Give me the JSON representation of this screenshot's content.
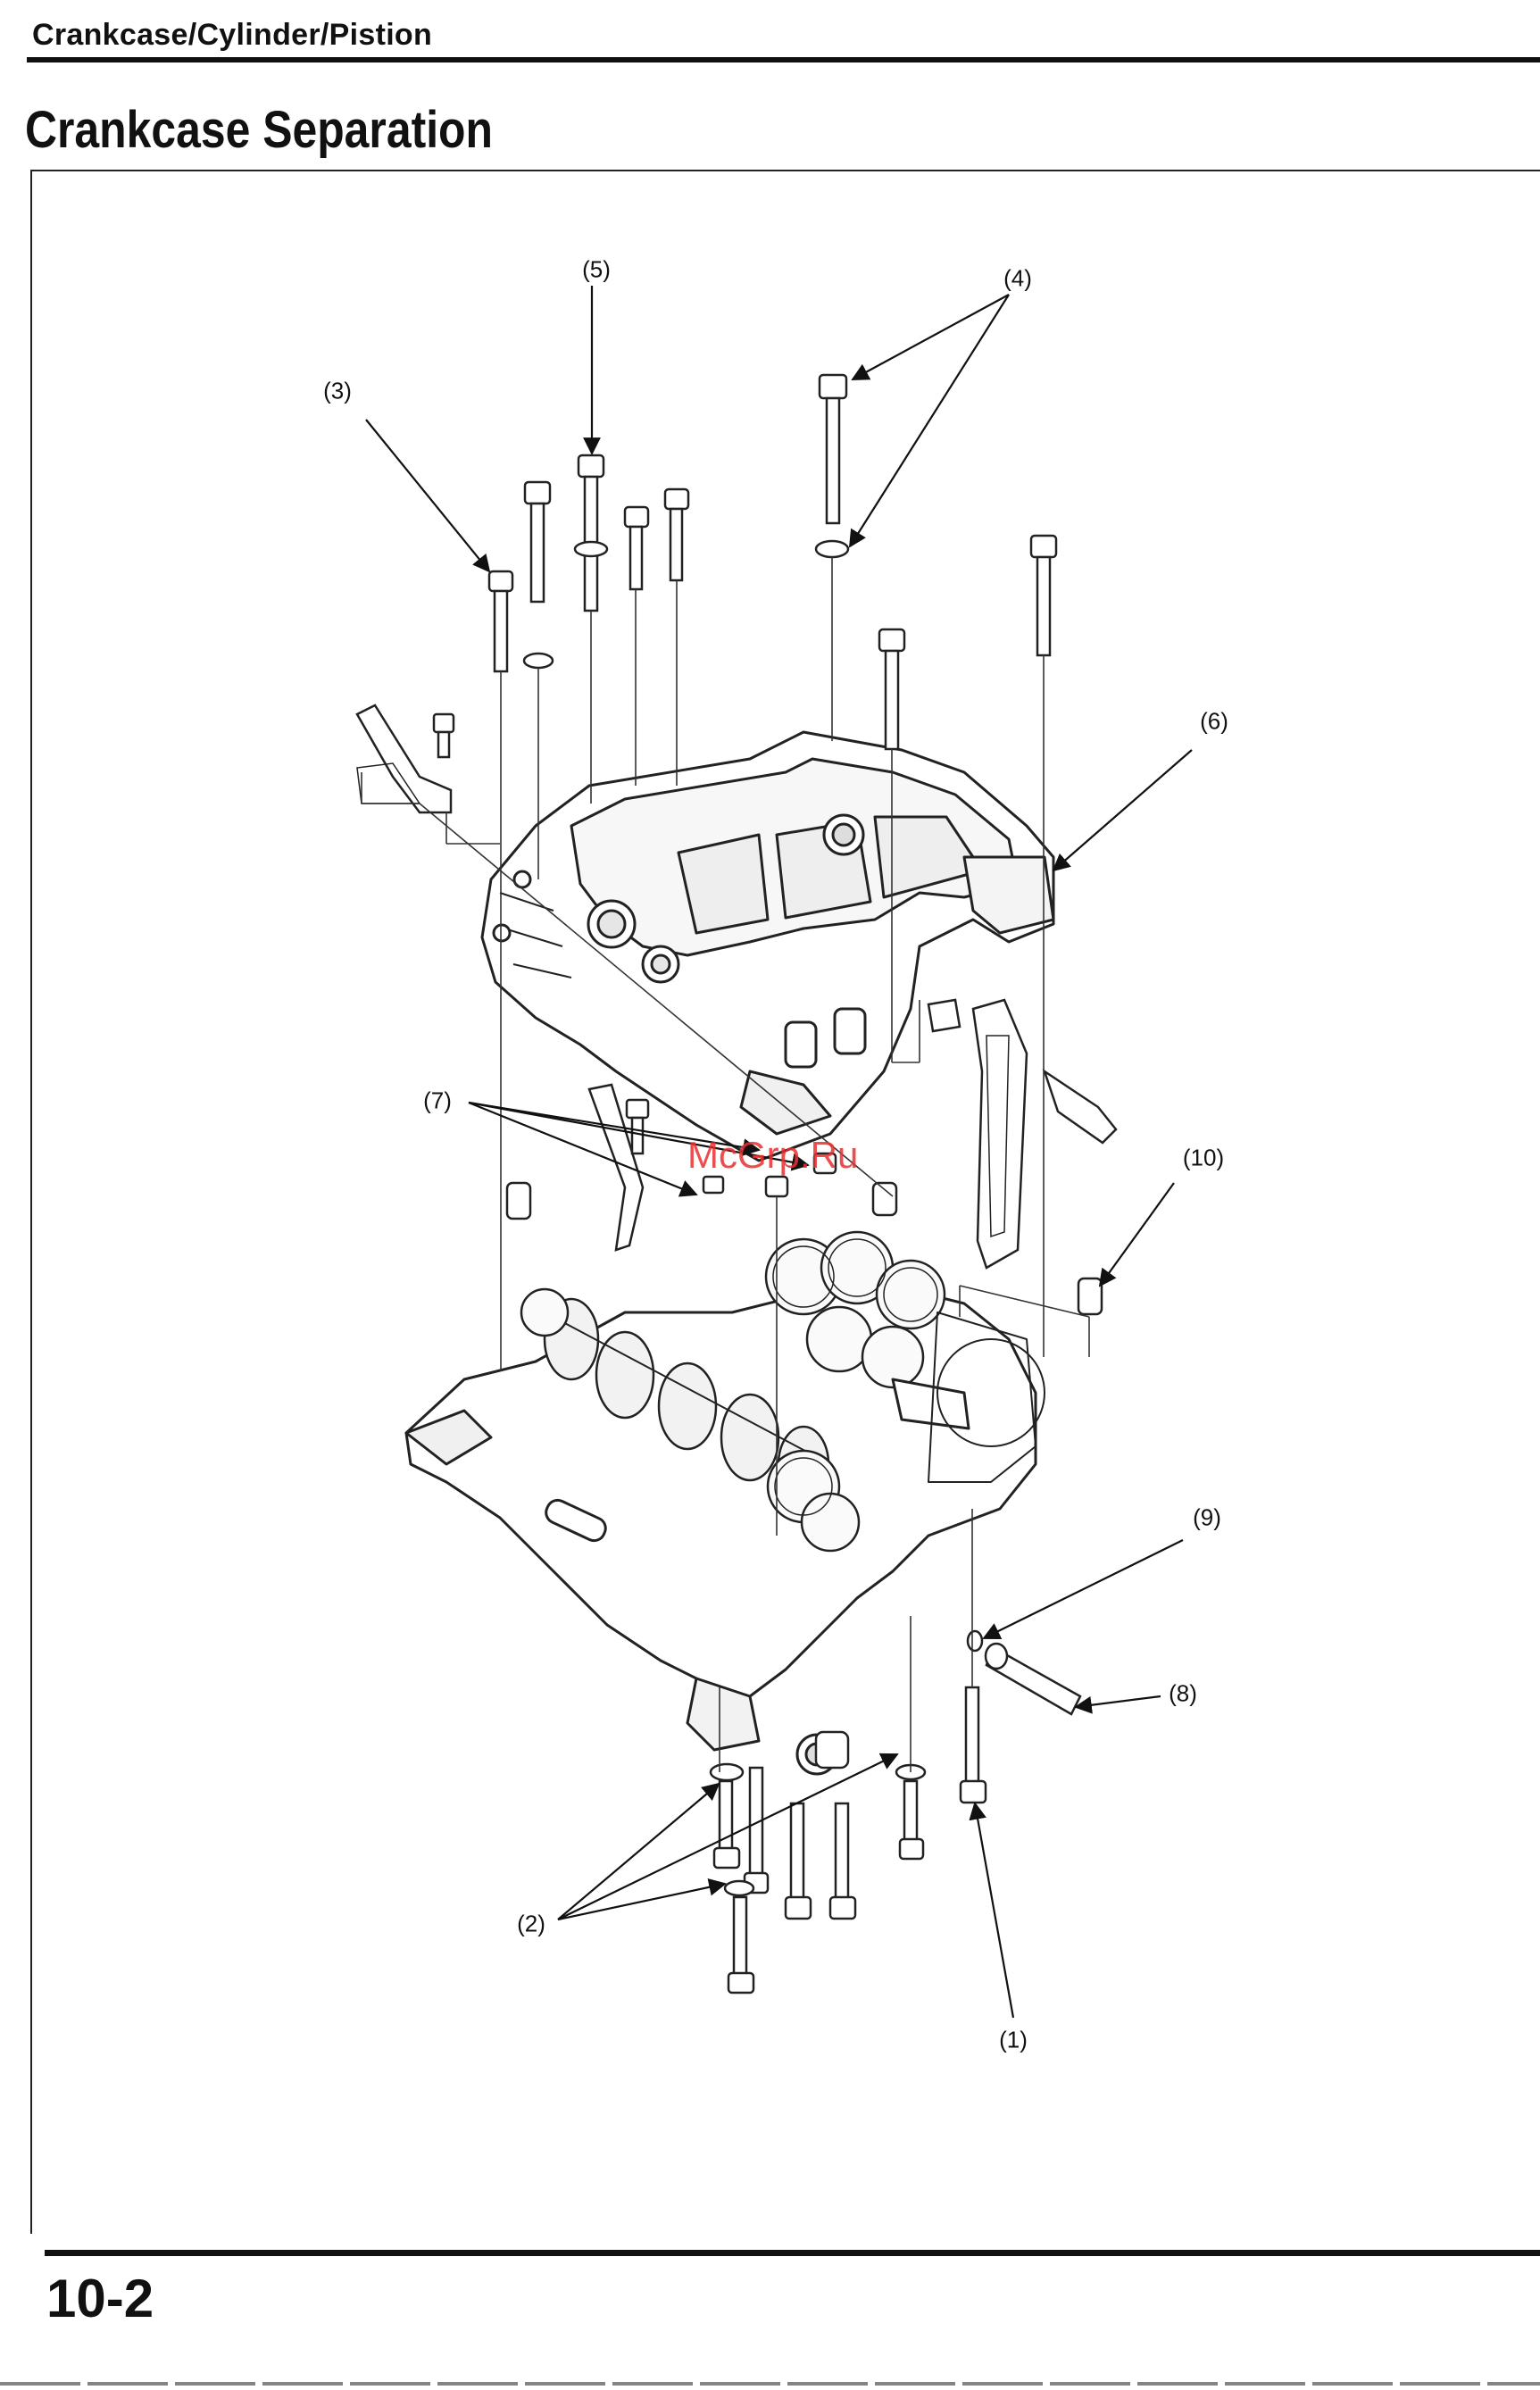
{
  "header": {
    "section": "Crankcase/Cylinder/Pistion"
  },
  "page": {
    "title": "Crankcase Separation",
    "number": "10-2"
  },
  "figure": {
    "callouts": [
      "(1)",
      "(2)",
      "(3)",
      "(4)",
      "(5)",
      "(6)",
      "(7)",
      "(8)",
      "(9)",
      "(10)"
    ]
  },
  "watermark": "McGrp.Ru"
}
